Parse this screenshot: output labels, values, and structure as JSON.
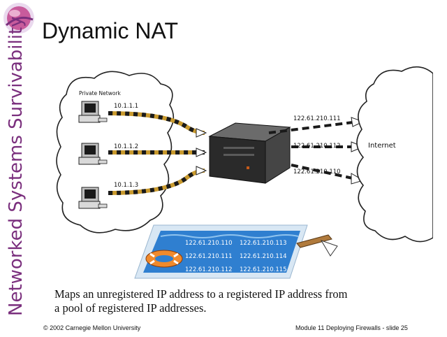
{
  "slide": {
    "title": "Dynamic NAT",
    "side_title": "Networked Systems Survivability",
    "caption": "Maps an unregistered IP address to a registered IP address from a pool of registered IP addresses.",
    "footer_left": "© 2002 Carnegie Mellon University",
    "footer_right": "Module 11 Deploying Firewalls - slide 25"
  },
  "diagram": {
    "private_network_label": "Private Network",
    "internet_label": "Internet",
    "private_ips": [
      "10.1.1.1",
      "10.1.1.2",
      "10.1.1.3"
    ],
    "public_ips": [
      "122.61.210.111",
      "122.61.210.112",
      "122.61.210.110"
    ],
    "pool": [
      [
        "122.61.210.110",
        "122.61.210.113"
      ],
      [
        "122.61.210.111",
        "122.61.210.114"
      ],
      [
        "122.61.210.112",
        "122.61.210.115"
      ]
    ]
  },
  "colors": {
    "side_title": "#7a2f7d",
    "logo": "#c85b9c",
    "pool_water": "#2f7fd0",
    "pool_frame": "#d8e7f4",
    "lifebuoy": "#f08a2c",
    "diving_board": "#b07a3c",
    "router_body": "#2a2a2a",
    "link_dash": "#1a1a1a",
    "link_gap": "#c99a2e"
  }
}
